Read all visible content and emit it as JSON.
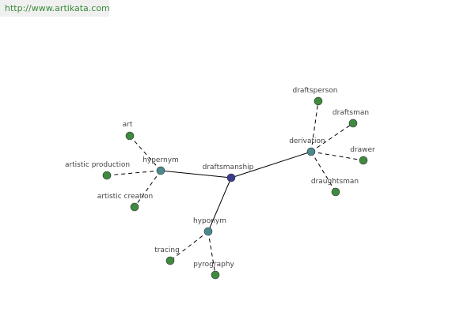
{
  "source_link": "http://www.artikata.com",
  "colors": {
    "center_node": "#3b3b8f",
    "category_node": "#4a8a8f",
    "leaf_node": "#3f8a3f",
    "solid_edge": "#000000",
    "dashed_edge": "#000000"
  },
  "graph": {
    "center": "draftsmanship",
    "categories": [
      {
        "id": "hypernym",
        "label": "hypernym",
        "leaves": [
          "art",
          "artistic production",
          "artistic creation"
        ]
      },
      {
        "id": "derivation",
        "label": "derivation",
        "leaves": [
          "draftsperson",
          "draftsman",
          "drawer",
          "draughtsman"
        ]
      },
      {
        "id": "hyponym",
        "label": "hyponym",
        "leaves": [
          "tracing",
          "pyrography"
        ]
      }
    ]
  }
}
